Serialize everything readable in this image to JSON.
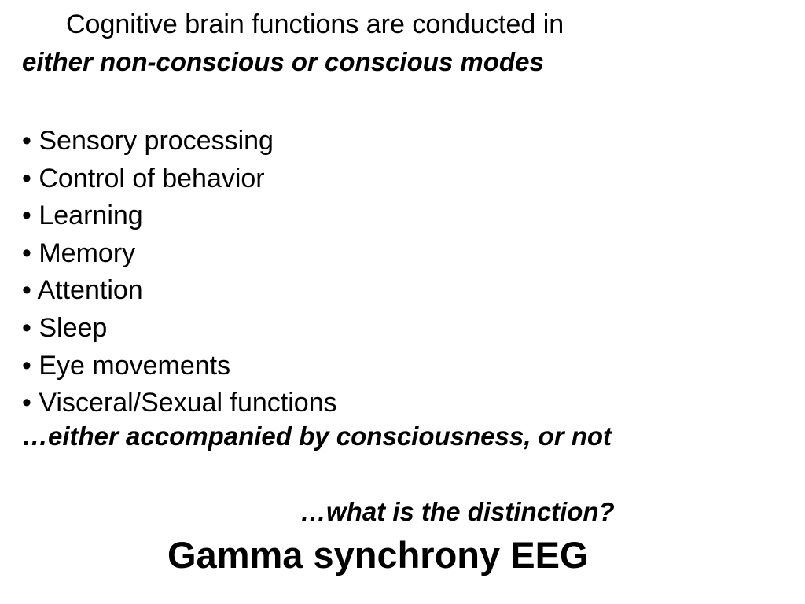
{
  "slide": {
    "intro": "Cognitive brain functions are conducted in",
    "subtitle": "either non-conscious or conscious modes",
    "bullet_marker": "•",
    "bullets": [
      "Sensory processing",
      "Control of behavior",
      "Learning",
      "Memory",
      "Attention",
      "Sleep",
      "Eye movements",
      "Visceral/Sexual functions"
    ],
    "conclusion": "…either accompanied by consciousness, or not",
    "question": "…what is the distinction?",
    "footer_title": "Gamma synchrony EEG"
  }
}
